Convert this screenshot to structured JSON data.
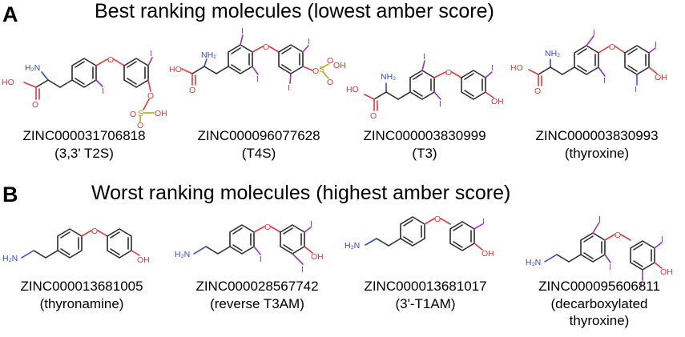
{
  "panelA": {
    "letter": "A",
    "title": "Best ranking molecules (lowest amber score)",
    "molecules": [
      {
        "id": "ZINC000031706818",
        "name": "(3,3' T2S)"
      },
      {
        "id": "ZINC000096077628",
        "name": "(T4S)"
      },
      {
        "id": "ZINC000003830999",
        "name": "(T3)"
      },
      {
        "id": "ZINC000003830993",
        "name": "(thyroxine)"
      }
    ]
  },
  "panelB": {
    "letter": "B",
    "title": "Worst ranking molecules (highest amber score)",
    "molecules": [
      {
        "id": "ZINC000013681005",
        "name": "(thyronamine)"
      },
      {
        "id": "ZINC000028567742",
        "name": "(reverse T3AM)"
      },
      {
        "id": "ZINC000013681017",
        "name": "(3'-T1AM)"
      },
      {
        "id": "ZINC000095606811",
        "name": "(decarboxylated",
        "name2": "thyroxine)"
      }
    ]
  },
  "atoms": {
    "I": "I",
    "O": "O",
    "OH": "OH",
    "HO": "HO",
    "S": "S",
    "NH2": "NH₂",
    "H2N": "H₂N"
  },
  "colors": {
    "oxygen": "#e03a3a",
    "iodine": "#9b30c8",
    "nitrogen": "#3048d8",
    "sulfur": "#b5a11c",
    "carbon": "#2b2b2b"
  }
}
